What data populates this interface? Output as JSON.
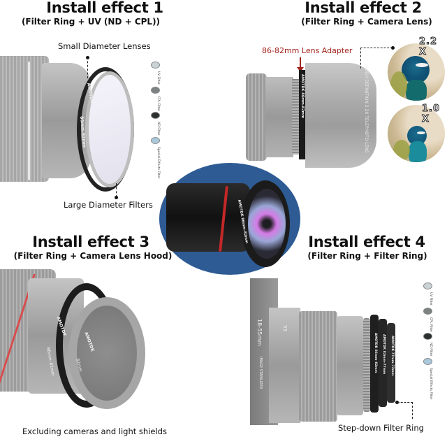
{
  "sections": [
    {
      "title": "Install effect 1",
      "subtitle": "(Filter Ring + UV (ND + CPL))",
      "callouts": [
        "Small Diameter Lenses",
        "Large Diameter Filters"
      ],
      "ring_text": [
        "AMOTDK",
        "86mm–82mm"
      ]
    },
    {
      "title": "Install effect 2",
      "subtitle": "(Filter Ring + Camera Lens)",
      "callouts": [
        "86-82mm Lens Adapter"
      ],
      "lens_text": "HIGH DEFINITION 2.2X TELEPHOTO LENS",
      "zoom_badges": [
        "2.2 X",
        "1.0 X"
      ]
    },
    {
      "title": "Install effect 3",
      "subtitle": "(Filter Ring + Camera Lens Hood)",
      "callouts": [
        "Excluding cameras and light shields"
      ],
      "ring_text": [
        "AMOTDK",
        "86mm–82mm",
        "AMOTDK",
        "82mm"
      ]
    },
    {
      "title": "Install effect 4",
      "subtitle": "(Filter Ring + Filter Ring)",
      "callouts": [
        "Step-down Filter Ring"
      ],
      "lens_text": [
        "18-55mm",
        "55",
        "IMAGE STABILIZER"
      ],
      "ring_text": [
        "AMOTDK 77mm–72mm",
        "AMOTDK 82mm–77mm",
        "AMOTDK 86mm–82mm"
      ]
    }
  ],
  "filter_legend": [
    {
      "label": "UV Filter",
      "color": "#c9d3d6"
    },
    {
      "label": "CPL Filter",
      "color": "#7d8382"
    },
    {
      "label": "ND Filter",
      "color": "#2b302f"
    },
    {
      "label": "Special Effects Filter",
      "color": "#a9c8dc"
    }
  ],
  "center_image": {
    "ring_text": "AMOTDK 86mm–82mm",
    "background_color": "#2e5b94"
  }
}
